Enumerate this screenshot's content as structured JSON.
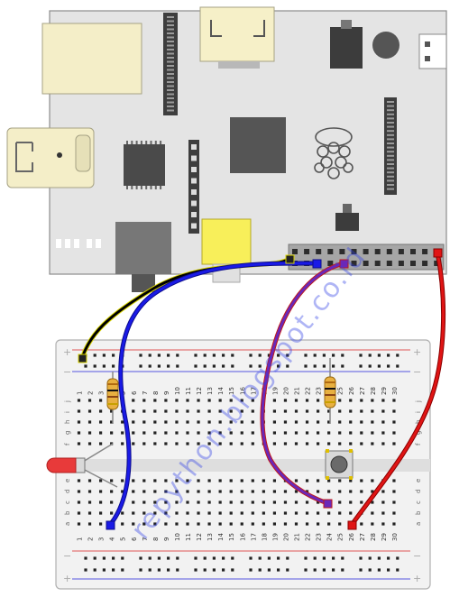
{
  "watermark": "repython.blogspot.co.id",
  "breadboard": {
    "columns_bottom": [
      "1",
      "2",
      "3",
      "4",
      "5",
      "6",
      "7",
      "8",
      "9",
      "10",
      "11",
      "12",
      "13",
      "14",
      "15",
      "16",
      "17",
      "18",
      "19",
      "20",
      "21",
      "22",
      "23",
      "24",
      "25",
      "26",
      "27",
      "28",
      "29",
      "30"
    ],
    "columns_top": [
      "1",
      "2",
      "3",
      "4",
      "5",
      "6",
      "7",
      "8",
      "9",
      "10",
      "11",
      "12",
      "13",
      "14",
      "15",
      "16",
      "17",
      "18",
      "19",
      "20",
      "21",
      "22",
      "23",
      "24",
      "25",
      "26",
      "27",
      "28",
      "29",
      "30"
    ],
    "rows_top": [
      "j",
      "i",
      "h",
      "g",
      "f"
    ],
    "rows_bottom": [
      "e",
      "d",
      "c",
      "b",
      "a"
    ],
    "rail_plus": "+",
    "rail_minus": "−"
  },
  "wires": [
    {
      "name": "black-wire",
      "color": "#000000",
      "outline": "#d9d400"
    },
    {
      "name": "blue-wire",
      "color": "#1a1ae6",
      "outline": "#0c0c8a"
    },
    {
      "name": "purple-wire",
      "color": "#6a28b8",
      "outline": "#c01818"
    },
    {
      "name": "red-wire",
      "color": "#e01414",
      "outline": "#8a0000"
    }
  ],
  "components": {
    "led_color": "#e83a3a",
    "resistor_color": "#e8b040",
    "button_cap_color": "#6a6a6a"
  }
}
